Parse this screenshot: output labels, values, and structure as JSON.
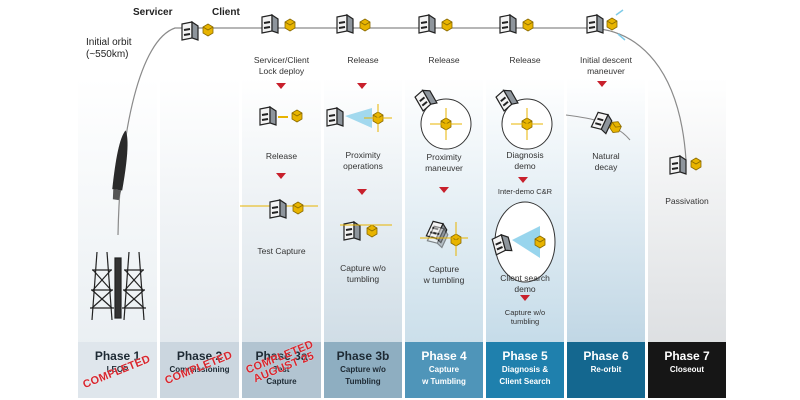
{
  "top": {
    "servicer": "Servicer",
    "client": "Client",
    "orbit_line1": "Initial orbit",
    "orbit_line2": "(~550km)"
  },
  "labels": {
    "p3a_lock1": "Servicer/Client",
    "p3a_lock2": "Lock deploy",
    "p3a_release": "Release",
    "p3a_test": "Test Capture",
    "p3b_release": "Release",
    "p3b_prox1": "Proximity",
    "p3b_prox2": "operations",
    "p3b_cap1": "Capture w/o",
    "p3b_cap2": "tumbling",
    "p4_release": "Release",
    "p4_prox1": "Proximity",
    "p4_prox2": "maneuver",
    "p4_cap1": "Capture",
    "p4_cap2": "w tumbling",
    "p5_release": "Release",
    "p5_diag1": "Diagnosis",
    "p5_diag2": "demo",
    "p5_inter": "Inter-demo C&R",
    "p5_search1": "Client search",
    "p5_search2": "demo",
    "p5_cap1": "Capture w/o",
    "p5_cap2": "tumbling",
    "p6_desc1": "Initial descent",
    "p6_desc2": "maneuver",
    "p6_decay1": "Natural",
    "p6_decay2": "decay",
    "p7_pass": "Passivation"
  },
  "phases": [
    {
      "title": "Phase 1",
      "sub1": "LEOP",
      "sub2": "",
      "bg": "#dfe6ec",
      "fg": "#1e2a34"
    },
    {
      "title": "Phase 2",
      "sub1": "Commissioning",
      "sub2": "",
      "bg": "#cbd6df",
      "fg": "#1e2a34"
    },
    {
      "title": "Phase 3a",
      "sub1": "Test",
      "sub2": "Capture",
      "bg": "#b2c4d1",
      "fg": "#1e2a34"
    },
    {
      "title": "Phase 3b",
      "sub1": "Capture w/o",
      "sub2": "Tumbling",
      "bg": "#8eaec1",
      "fg": "#1e2a34"
    },
    {
      "title": "Phase 4",
      "sub1": "Capture",
      "sub2": "w Tumbling",
      "bg": "#4f95b9",
      "fg": "#ffffff"
    },
    {
      "title": "Phase 5",
      "sub1": "Diagnosis &",
      "sub2": "Client Search",
      "bg": "#1f80ad",
      "fg": "#ffffff"
    },
    {
      "title": "Phase 6",
      "sub1": "Re-orbit",
      "sub2": "",
      "bg": "#14678f",
      "fg": "#ffffff"
    },
    {
      "title": "Phase 7",
      "sub1": "Closeout",
      "sub2": "",
      "bg": "#161616",
      "fg": "#ffffff"
    }
  ],
  "stamps": {
    "p1": "COMPLETED",
    "p2": "COMPLETED",
    "p3a_1": "COMPLETED",
    "p3a_2": "AUGUST 25"
  },
  "colors": {
    "arrow": "#c8202c",
    "stamp": "#d8262e",
    "client_gold": "#e8b400",
    "servicer_grey": "#9ea3a8",
    "beam": "#7ecbe8"
  }
}
